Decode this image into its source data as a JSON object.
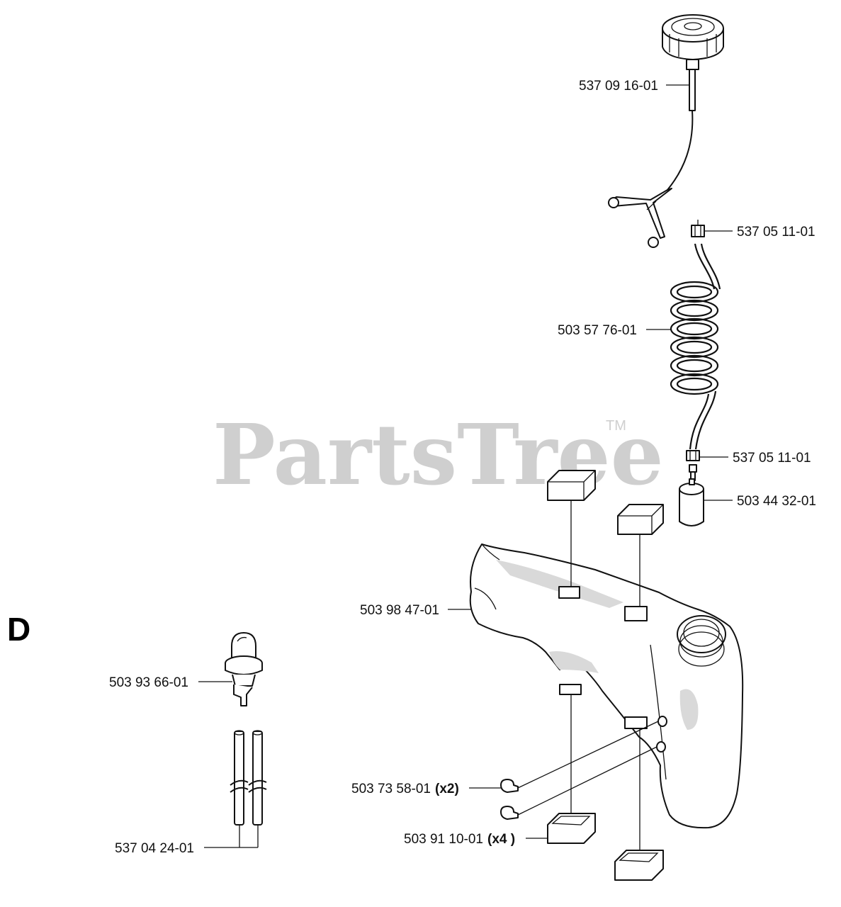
{
  "section_letter": "D",
  "watermark": {
    "brand": "PartsTree",
    "trademark": "TM"
  },
  "callouts": {
    "fuel_cap": "537 09 16-01",
    "fitting_top": "537 05 11-01",
    "fuel_hose_coil": "503 57 76-01",
    "fitting_bottom": "537 05 11-01",
    "fuel_filter": "503 44 32-01",
    "fuel_tank": "503 98 47-01",
    "primer_bulb": "503 93 66-01",
    "grommet": {
      "part": "503 73 58-01",
      "qty": "(x2)"
    },
    "tank_mount": {
      "part": "503 91 10-01",
      "qty": "(x4 )"
    },
    "fuel_line": "537 04 24-01"
  }
}
